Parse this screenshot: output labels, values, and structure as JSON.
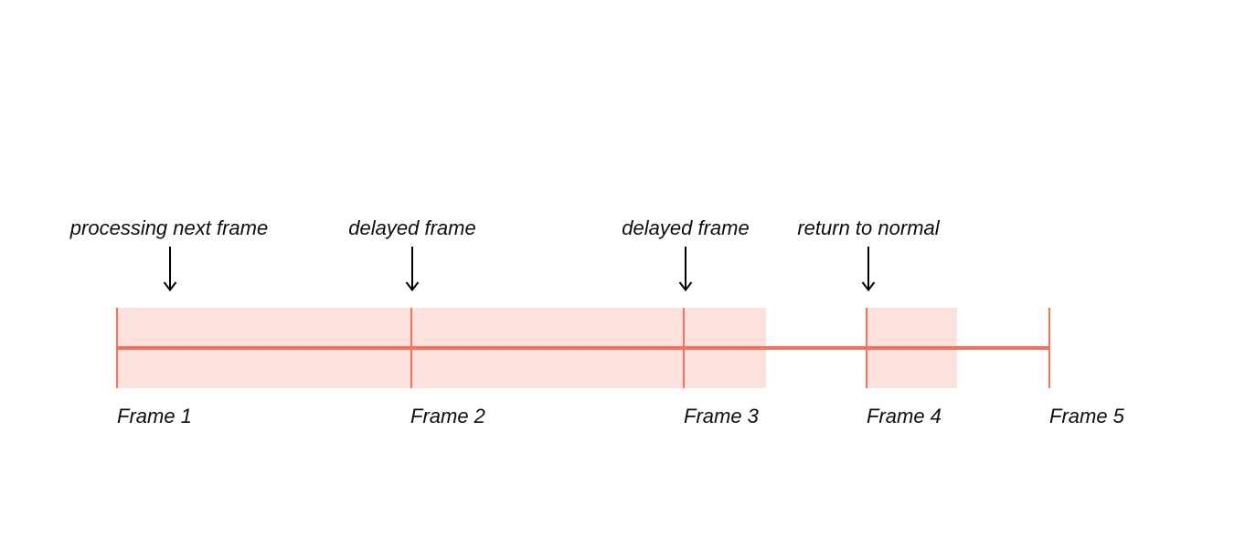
{
  "colors": {
    "timeline_line": "#f8705a",
    "timeline_fill": "#fde1dd",
    "arrow": "#000000",
    "text": "#0d0d0d",
    "page_bg": "#ffffff"
  },
  "annotations": [
    {
      "label": "processing next frame"
    },
    {
      "label": "delayed frame"
    },
    {
      "label": "delayed frame"
    },
    {
      "label": "return to normal"
    }
  ],
  "frames": [
    {
      "label": "Frame 1"
    },
    {
      "label": "Frame 2"
    },
    {
      "label": "Frame 3"
    },
    {
      "label": "Frame 4"
    },
    {
      "label": "Frame 5"
    }
  ]
}
